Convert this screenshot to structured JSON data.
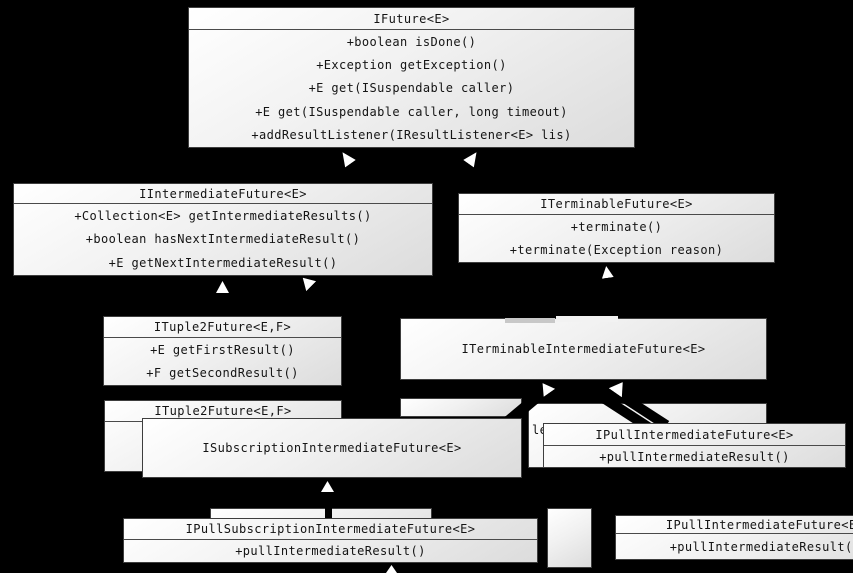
{
  "diagram": {
    "background_color": "#000000",
    "box_fill_light": "#ffffff",
    "box_fill_dark": "#dcdcdc",
    "box_border_color": "#3e3e3e",
    "arrow_color": "#ffffff",
    "classes": {
      "ifuture": {
        "title": "IFuture<E>",
        "methods": [
          "+boolean isDone()",
          "+Exception getException()",
          "+E get(ISuspendable caller)",
          "+E get(ISuspendable caller, long timeout)",
          "+addResultListener(IResultListener<E> lis)"
        ]
      },
      "iintermediatefuture": {
        "title": "IIntermediateFuture<E>",
        "methods": [
          "+Collection<E>  getIntermediateResults()",
          "+boolean hasNextIntermediateResult()",
          "+E getNextIntermediateResult()"
        ]
      },
      "iterminablefuture": {
        "title": "ITerminableFuture<E>",
        "methods": [
          "+terminate()",
          "+terminate(Exception reason)"
        ]
      },
      "ituple2future_a": {
        "title": "ITuple2Future<E,F>",
        "methods": [
          "+E getFirstResult()",
          "+F getSecondResult()"
        ]
      },
      "iterminableintermediatefuture": {
        "title": "ITerminableIntermediateFuture<E>"
      },
      "ituple2future_b": {
        "title": "ITuple2Future<E,F>"
      },
      "isubscriptionintermediatefuture": {
        "title": "ISubscriptionIntermediateFuture<E>"
      },
      "ipullintermediatefuture_a": {
        "title": "IPullIntermediateFuture<E>",
        "methods": [
          "+pullIntermediateResult()"
        ]
      },
      "ipullsubscriptionintermediatefuture": {
        "title": "IPullSubscriptionIntermediateFuture<E>",
        "methods": [
          "+pullIntermediateResult()"
        ]
      },
      "ipullintermediatefuture_b": {
        "title": "IPullIntermediateFuture<E>",
        "methods": [
          "+pullIntermediateResult()"
        ]
      }
    },
    "fragments": {
      "hidden_box_text": "le"
    }
  }
}
